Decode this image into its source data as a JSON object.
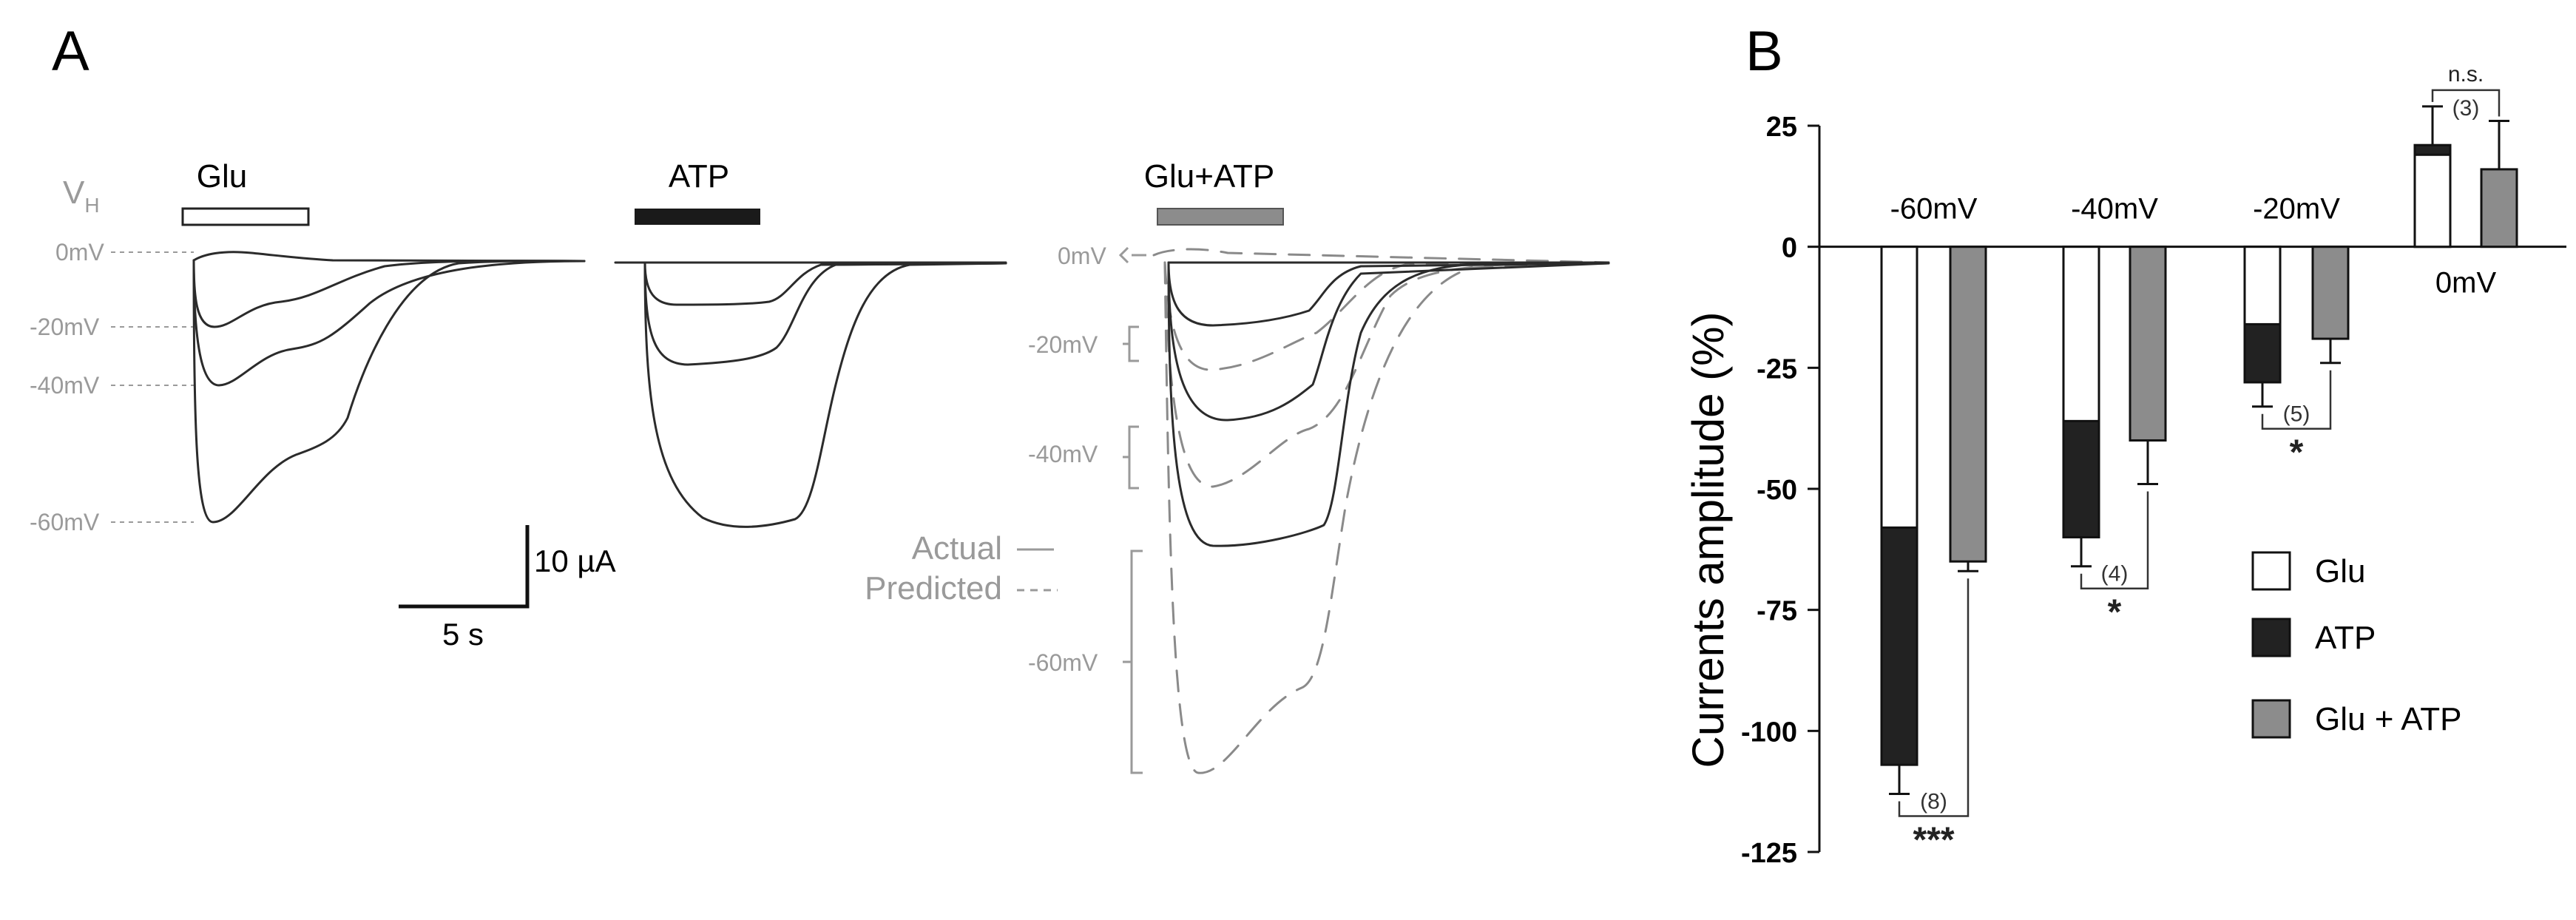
{
  "panel_a": {
    "label": "A",
    "vh_label": "V",
    "vh_sub": "H",
    "columns": [
      {
        "label": "Glu",
        "bar_color": "#ffffff"
      },
      {
        "label": "ATP",
        "bar_color": "#1a1a1a"
      },
      {
        "label": "Glu+ATP",
        "bar_color": "#8c8c8c"
      }
    ],
    "voltages_left": [
      "0mV",
      "-20mV",
      "-40mV",
      "-60mV"
    ],
    "voltages_right": [
      "0mV",
      "-20mV",
      "-40mV",
      "-60mV"
    ],
    "scale_current": "10 µA",
    "scale_time": "5 s",
    "legend_actual": "Actual",
    "legend_predicted": "Predicted",
    "colors": {
      "trace": "#2b2b2b",
      "predicted": "#8a8a8a",
      "label": "#9a9a9a"
    }
  },
  "chart_data": {
    "panel_label": "B",
    "type": "bar",
    "ylabel": "Currents amplitude (%)",
    "ylim": [
      -125,
      25
    ],
    "yticks": [
      25,
      0,
      -25,
      -50,
      -75,
      -100,
      -125
    ],
    "groups": [
      {
        "label": "-60mV",
        "glu": -58,
        "atp": -107,
        "atp_err": 6,
        "glu_atp": -65,
        "glu_atp_err": 2,
        "n": "(8)",
        "sig": "***"
      },
      {
        "label": "-40mV",
        "glu": -36,
        "atp": -60,
        "atp_err": 6,
        "glu_atp": -40,
        "glu_atp_err": 9,
        "n": "(4)",
        "sig": "*"
      },
      {
        "label": "-20mV",
        "glu": -16,
        "atp": -28,
        "atp_err": 5,
        "glu_atp": -19,
        "glu_atp_err": 5,
        "n": "(5)",
        "sig": "*"
      },
      {
        "label": "0mV",
        "glu": 19,
        "atp": 21,
        "atp_err": 8,
        "glu_atp": 16,
        "glu_atp_err": 10,
        "n": "(3)",
        "sig": "n.s."
      }
    ],
    "legend": [
      {
        "name": "Glu",
        "color": "#ffffff"
      },
      {
        "name": "ATP",
        "color": "#222222"
      },
      {
        "name": "Glu + ATP",
        "color": "#8c8c8c"
      }
    ],
    "legend_position": "right"
  }
}
